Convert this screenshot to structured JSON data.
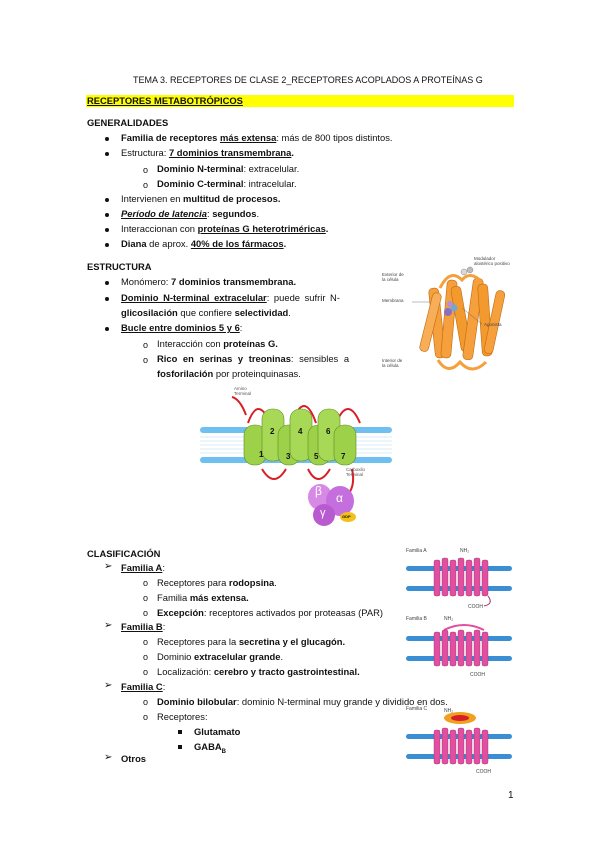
{
  "header": {
    "title": "TEMA 3. RECEPTORES DE CLASE 2_RECEPTORES ACOPLADOS A PROTEÍNAS G"
  },
  "section_title": "RECEPTORES METABOTRÓPICOS",
  "generalidades": {
    "heading": "GENERALIDADES",
    "l1a": "Familia de receptores ",
    "l1b": "más extensa",
    "l1c": ": más de 800 tipos distintos.",
    "l2a": "Estructura: ",
    "l2b": "7 dominios transmembrana",
    "l3a": "Dominio N-terminal",
    "l3b": ": extracelular.",
    "l4a": "Dominio C-terminal",
    "l4b": ": intracelular.",
    "l5a": "Intervienen en ",
    "l5b": "multitud de procesos.",
    "l6a": "Período de latencia",
    "l6b": ": ",
    "l6c": "segundos",
    "l7a": "Interaccionan con ",
    "l7b": "proteínas G heterotriméricas",
    "l8a": "Diana",
    "l8b": " de aprox. ",
    "l8c": "40% de los fármacos"
  },
  "estructura": {
    "heading": "ESTRUCTURA",
    "l1a": "Monómero: ",
    "l1b": "7 dominios transmembrana.",
    "l2a": "Dominio N-terminal extracelular",
    "l2b": ": puede sufrir N-",
    "l2c": "glicosilación",
    "l2d": " que confiere ",
    "l2e": "selectividad",
    "l3": "Bucle entre dominios 5 y 6",
    "l4a": "Interacción con ",
    "l4b": "proteínas G",
    "l5a": "Rico en serinas y treoninas",
    "l5b": ": sensibles a",
    "l6a": "fosforilación",
    "l6b": " por proteinquinasas."
  },
  "fig1": {
    "label_ext": "Exterior de la célula",
    "label_mem": "Membrana",
    "label_int": "Interior de la célula",
    "label_mod": "Modulador alostérico positivo",
    "label_ago": "Agonista"
  },
  "fig2": {
    "amino": "Amino Terminal",
    "carboxy": "Carboxilo Terminal",
    "helices": [
      "1",
      "2",
      "3",
      "4",
      "5",
      "6",
      "7"
    ],
    "beta": "β",
    "alpha": "α",
    "gamma": "γ",
    "gdp": "GDP"
  },
  "clasificacion": {
    "heading": "CLASIFICACIÓN",
    "famA": "Familia A",
    "a1a": "Receptores para ",
    "a1b": "rodopsina",
    "a2a": "Familia ",
    "a2b": "más extensa",
    "a3a": "Excepción",
    "a3b": ": receptores activados por proteasas (PAR)",
    "famB": "Familia B",
    "b1a": "Receptores para la ",
    "b1b": "secretina y el glucagón",
    "b2a": "Dominio ",
    "b2b": "extracelular grande",
    "b3a": "Localización: ",
    "b3b": "cerebro y tracto gastrointestinal",
    "famC": "Familia C",
    "c1a": "Dominio bilobular",
    "c1b": ": dominio N-terminal muy grande y dividido en dos.",
    "c2": "Receptores:",
    "c3": "Glutamato",
    "c4": "GABA",
    "c4sub": "B",
    "otros": "Otros"
  },
  "fig_families": {
    "a": "Familia A",
    "b": "Familia B",
    "c": "Familia C",
    "nh2": "NH₂",
    "cooh": "COOH"
  },
  "page_number": "1",
  "colors": {
    "highlight": "#ffff00",
    "orange_helix": "#f5a03c",
    "green_helix": "#9ed14a",
    "pink_helix": "#e14fa0",
    "membrane": "#2a8fd8"
  }
}
